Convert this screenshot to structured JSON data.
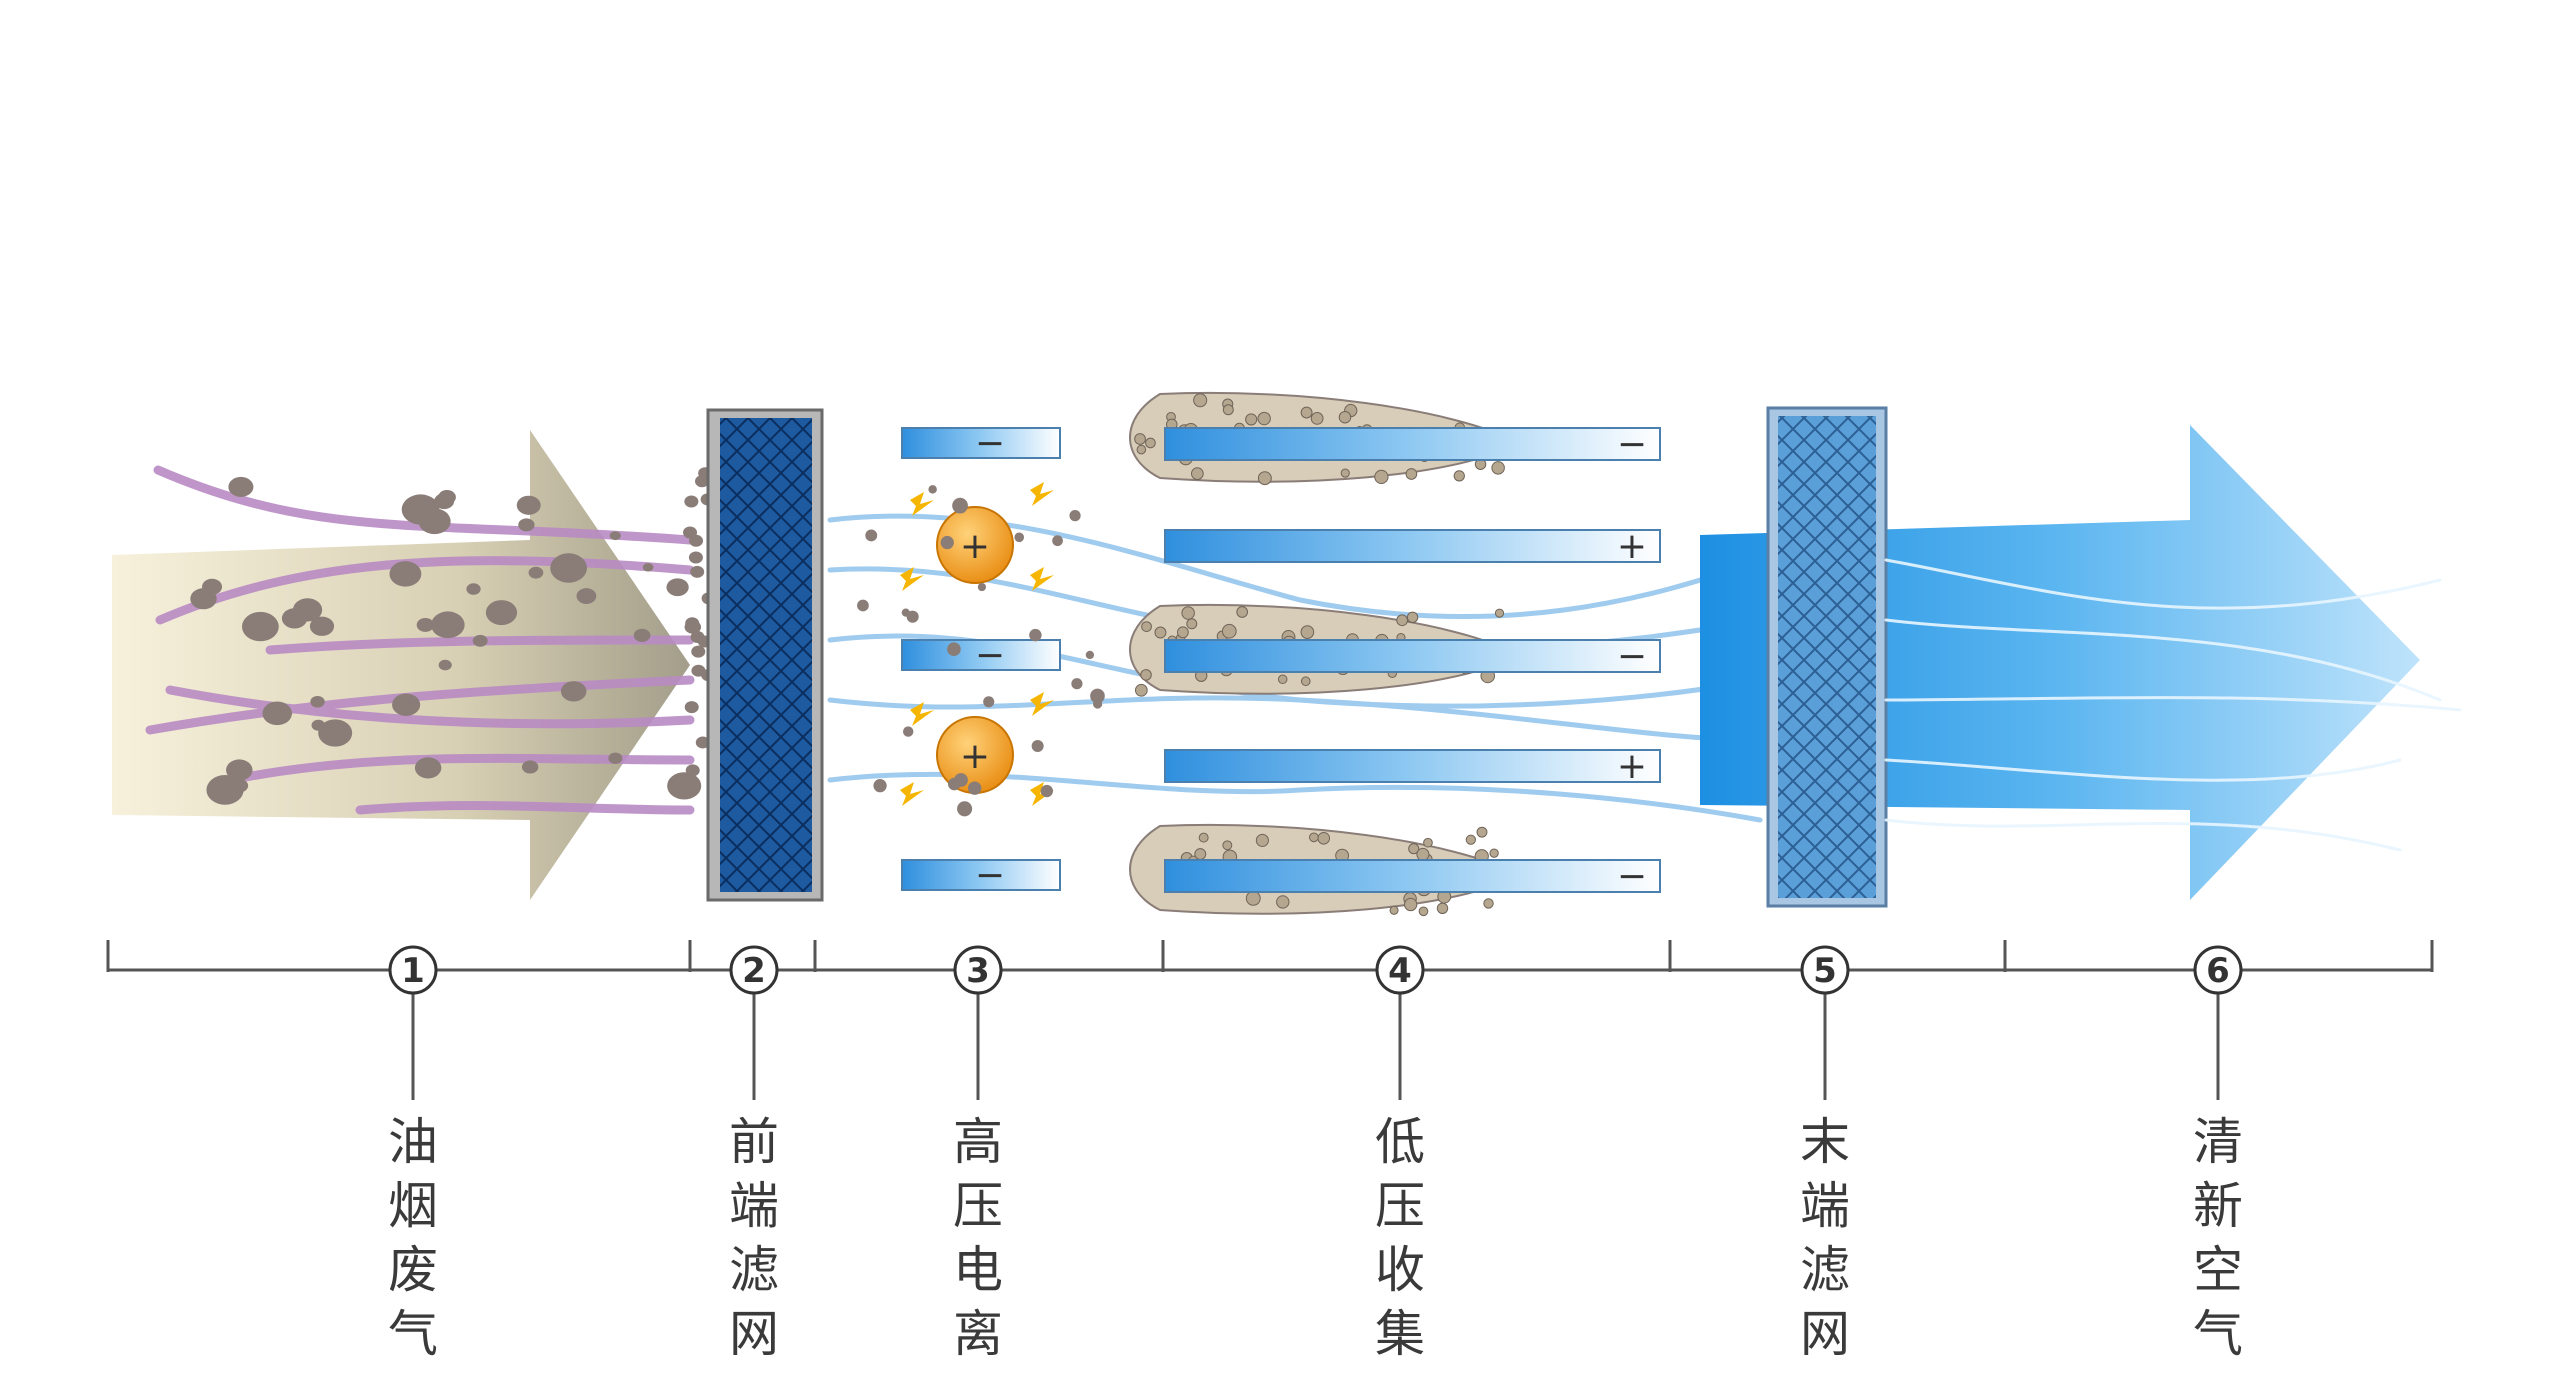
{
  "stages": [
    {
      "number": "1",
      "label": "油烟废气"
    },
    {
      "number": "2",
      "label": "前端滤网"
    },
    {
      "number": "3",
      "label": "高压电离"
    },
    {
      "number": "4",
      "label": "低压收集"
    },
    {
      "number": "5",
      "label": "末端滤网"
    },
    {
      "number": "6",
      "label": "清新空气"
    }
  ],
  "ionizer": {
    "plate_sign": "−",
    "ion_sign": "+"
  },
  "collector": {
    "plate_signs": [
      "−",
      "+",
      "−",
      "+",
      "−"
    ]
  },
  "colors": {
    "smoke": "#b98bc4",
    "dirty_air": "#c9c1a4",
    "filter": "#1e5aa0",
    "clean_air": "#5cb6f0",
    "ion": "#f0a020",
    "spark": "#f6b500",
    "particle": "#8a7d78"
  }
}
